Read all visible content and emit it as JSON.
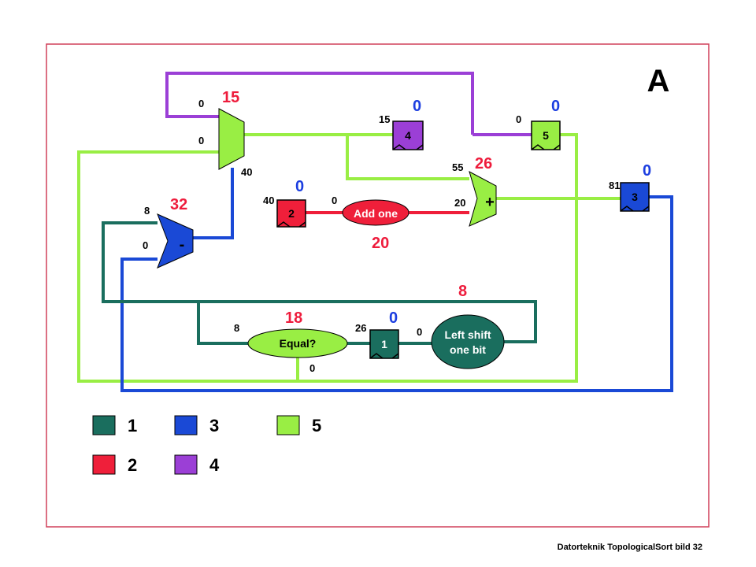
{
  "title": "A",
  "footer": "Datorteknik TopologicalSort  bild 32",
  "colors": {
    "light_green": "#99ee44",
    "blue": "#1a49d6",
    "purple": "#9b3fd6",
    "red": "#ef1f3a",
    "teal": "#1a6e5e",
    "frame": "#d0405a"
  },
  "units": {
    "mux": {
      "times": {
        "main": "15"
      },
      "inputs": {
        "top": "0",
        "bottom": "0",
        "select": "40"
      }
    },
    "subtract": {
      "symbol": "-",
      "times": {
        "main": "32"
      },
      "inputs": {
        "top": "8",
        "bottom": "0"
      }
    },
    "reg2": {
      "label": "2",
      "times": {
        "main": "0"
      },
      "inputs": {
        "in": "40"
      }
    },
    "add_one": {
      "label": "Add one",
      "times": {
        "main": "20"
      },
      "inputs": {
        "in": "0"
      }
    },
    "reg4": {
      "label": "4",
      "times": {
        "main": "0"
      },
      "inputs": {
        "in": "15"
      }
    },
    "reg5": {
      "label": "5",
      "times": {
        "main": "0"
      },
      "inputs": {
        "in": "0"
      }
    },
    "adder": {
      "symbol": "+",
      "times": {
        "main": "26"
      },
      "inputs": {
        "top": "55",
        "bottom": "20"
      }
    },
    "reg3": {
      "label": "3",
      "times": {
        "main": "0"
      },
      "inputs": {
        "in": "81"
      }
    },
    "equal": {
      "label": "Equal?",
      "times": {
        "main": "18"
      },
      "inputs": {
        "left": "8",
        "bottom": "0"
      }
    },
    "reg1": {
      "label": "1",
      "times": {
        "main": "0"
      },
      "inputs": {
        "in": "26"
      }
    },
    "shift": {
      "label_line1": "Left shift",
      "label_line2": "one bit",
      "times": {
        "main": "8"
      },
      "inputs": {
        "in": "0"
      }
    }
  },
  "legend": [
    {
      "number": "1",
      "color": "#1a6e5e"
    },
    {
      "number": "3",
      "color": "#1a49d6"
    },
    {
      "number": "5",
      "color": "#99ee44"
    },
    {
      "number": "2",
      "color": "#ef1f3a"
    },
    {
      "number": "4",
      "color": "#9b3fd6"
    }
  ]
}
